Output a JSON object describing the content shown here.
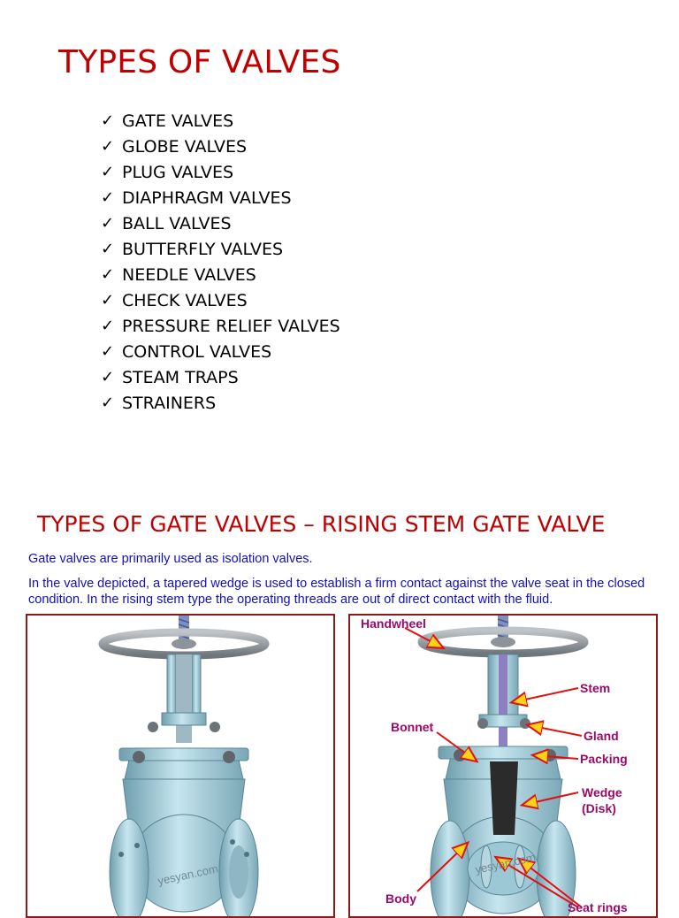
{
  "slide1": {
    "title": "TYPES OF VALVES",
    "check_symbol": "✓",
    "items": [
      "GATE VALVES",
      "GLOBE VALVES",
      "PLUG VALVES",
      "DIAPHRAGM VALVES",
      "BALL VALVES",
      "BUTTERFLY VALVES",
      "NEEDLE VALVES",
      "CHECK VALVES",
      "PRESSURE RELIEF VALVES",
      "CONTROL VALVES",
      "STEAM TRAPS",
      "STRAINERS"
    ]
  },
  "slide2": {
    "title": "TYPES OF GATE VALVES – RISING STEM GATE VALVE",
    "intro_1": "Gate valves are primarily used as isolation valves.",
    "intro_2": "In the valve depicted, a tapered wedge is used to establish a firm contact against the valve seat in the closed condition. In the rising stem type the operating threads are out of direct contact with the fluid.",
    "watermark": "yesyan.com",
    "labels": {
      "handwheel": "Handwheel",
      "stem": "Stem",
      "bonnet": "Bonnet",
      "gland": "Gland",
      "packing": "Packing",
      "wedge": "Wedge",
      "disk": "(Disk)",
      "body": "Body",
      "seat_rings": "Seat rings"
    }
  },
  "colors": {
    "title_red": "#c00000",
    "intro_blue": "#1010c0",
    "label_purple": "#9b0a6a",
    "panel_border": "#8b1a1a",
    "valve_body": "#a9d4e0",
    "arrow_red": "#e01010"
  }
}
